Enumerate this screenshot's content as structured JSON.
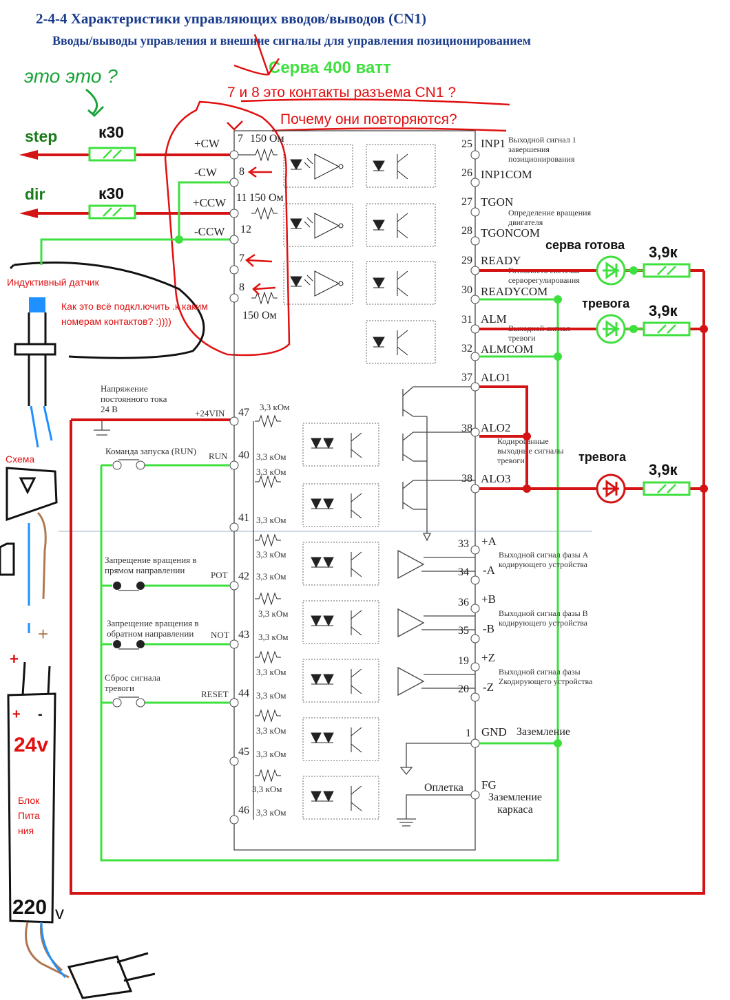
{
  "header": {
    "title": "2-4-4  Характеристики управляющих вводов/выводов (CN1)",
    "subtitle": "Вводы/выводы управления и внешние сигналы для управления позиционированием"
  },
  "annotations": {
    "servo_power": "Серва 400 ватт",
    "question_1": "7 и 8 это контакты разъема CN1 ?",
    "question_2": "Почему они повторяются?",
    "what_is_this": "это это ?",
    "step": "step",
    "dir": "dir",
    "resistor_k30_1": "к30",
    "resistor_k30_2": "к30",
    "inductive_sensor": "Индуктивный датчик",
    "how_to_connect": "Как это всё подкл.ючить .к каким номерам контактов? :))))",
    "scheme": "Схема",
    "servo_ready": "серва готова",
    "alarm_1": "тревога",
    "alarm_2": "тревога",
    "r39_1": "3,9к",
    "r39_2": "3,9к",
    "r39_3": "3,9к",
    "psu_24v": "24v",
    "psu_plus": "+",
    "psu_minus": "-",
    "psu_label": "Блок Пита ния",
    "psu_220": "220",
    "psu_v": "v",
    "wire_plus": "+",
    "wire_plus2": "+"
  },
  "left_pins": [
    {
      "pin": "7",
      "label": "+CW",
      "res": "150 Ом"
    },
    {
      "pin": "8",
      "label": "-CW"
    },
    {
      "pin": "11",
      "label": "+CCW",
      "res": "150 Ом"
    },
    {
      "pin": "12",
      "label": "-CCW"
    },
    {
      "pin": "7",
      "label": ""
    },
    {
      "pin": "8",
      "label": "",
      "res": "150 Ом"
    },
    {
      "pin": "47",
      "label": "+24VIN"
    },
    {
      "pin": "40",
      "label": "RUN"
    },
    {
      "pin": "41",
      "label": ""
    },
    {
      "pin": "42",
      "label": "POT"
    },
    {
      "pin": "43",
      "label": "NOT"
    },
    {
      "pin": "44",
      "label": "RESET"
    },
    {
      "pin": "45",
      "label": ""
    },
    {
      "pin": "46",
      "label": ""
    }
  ],
  "res_33": "3,3 кОм",
  "left_notes": {
    "dc24": "Напряжение постоянного тока 24 В",
    "run": "Команда запуска (RUN)",
    "pot": "Запрещение вращения в прямом направлении",
    "not": "Запрещение вращения в обратном направлении",
    "reset": "Сброс сигнала тревоги"
  },
  "right_pins": [
    {
      "pin": "25",
      "label": "INP1"
    },
    {
      "pin": "26",
      "label": "INP1COM"
    },
    {
      "pin": "27",
      "label": "TGON"
    },
    {
      "pin": "28",
      "label": "TGONCOM"
    },
    {
      "pin": "29",
      "label": "READY"
    },
    {
      "pin": "30",
      "label": "READYCOM"
    },
    {
      "pin": "31",
      "label": "ALM"
    },
    {
      "pin": "32",
      "label": "ALMCOM"
    },
    {
      "pin": "37",
      "label": "ALO1"
    },
    {
      "pin": "38",
      "label": "ALO2"
    },
    {
      "pin": "38",
      "label": "ALO3"
    },
    {
      "pin": "33",
      "label": "+A"
    },
    {
      "pin": "34",
      "label": "-A"
    },
    {
      "pin": "36",
      "label": "+B"
    },
    {
      "pin": "35",
      "label": "-B"
    },
    {
      "pin": "19",
      "label": "+Z"
    },
    {
      "pin": "20",
      "label": "-Z"
    },
    {
      "pin": "1",
      "label": "GND"
    },
    {
      "pin": "",
      "label": "FG"
    }
  ],
  "right_notes": {
    "inp1": "Выходной сигнал 1 завершения позиционирования",
    "tgon": "Определение вращения двигателя",
    "ready": "Готовность системы сервoрегулирования",
    "alm": "Выходной сигнал тревоги",
    "alo": "Кодированные выходные сигналы тревоги",
    "enc_a": "Выходной сигнал фазы A кодирующего устройства",
    "enc_b": "Выходной сигнал фазы B кодирующего устройства",
    "enc_z": "Выходной сигнал фазы Zкодирующего устройства",
    "gnd": "Заземление",
    "braid": "Оплетка",
    "fg": "Заземление каркаса"
  },
  "colors": {
    "title": "#1a3c8c",
    "wire_red": "#d41414",
    "wire_green": "#3ee03e",
    "hand_red": "#e01010",
    "hand_green": "#1aa33a"
  }
}
